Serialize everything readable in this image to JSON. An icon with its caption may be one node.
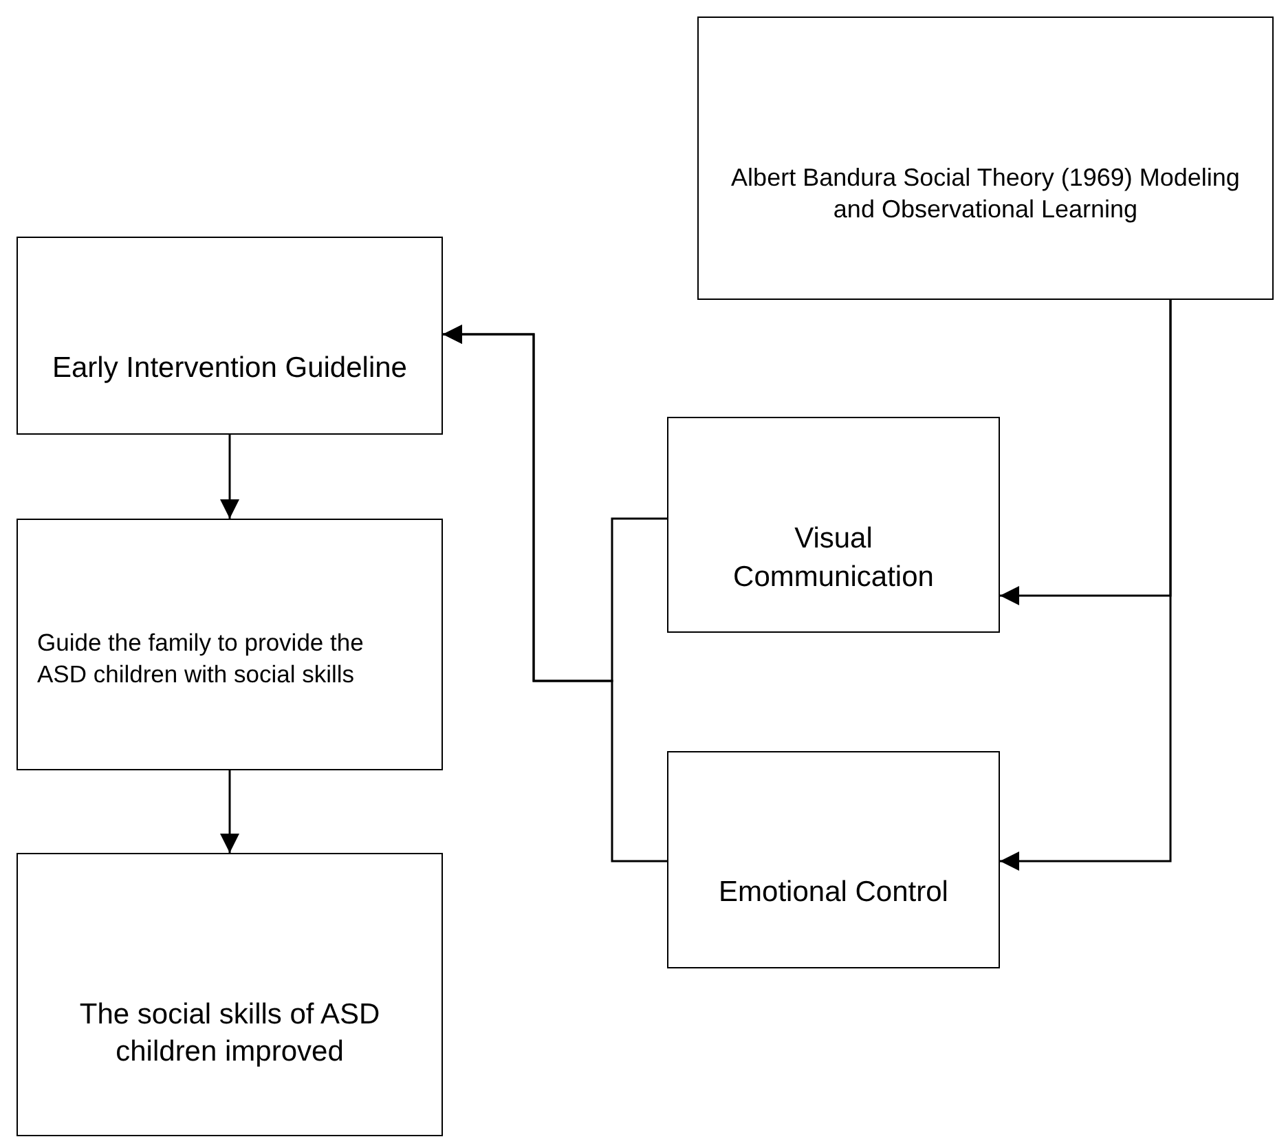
{
  "diagram": {
    "nodes": [
      {
        "text": [
          "Albert Bandura Social Theory (1969) Modeling and Observational Learning"
        ]
      },
      {
        "text": [
          "Early Intervention Guideline"
        ]
      },
      {
        "text": [
          "Visual Communication"
        ]
      },
      {
        "text": [
          "Emotional Control"
        ]
      },
      {
        "text": [
          "Guide the family to provide the ASD children with social skills"
        ]
      },
      {
        "text": [
          "The social skills of ASD children improved"
        ]
      }
    ],
    "edges": [
      {
        "from": 0,
        "to": 2,
        "arrow": "to"
      },
      {
        "from": 0,
        "to": 3,
        "arrow": "to"
      },
      {
        "from": 2,
        "to": 1,
        "arrow": "to"
      },
      {
        "from": 3,
        "to": 1,
        "arrow": "to"
      },
      {
        "from": 1,
        "to": 4,
        "arrow": "to"
      },
      {
        "from": 4,
        "to": 5,
        "arrow": "to"
      }
    ]
  }
}
